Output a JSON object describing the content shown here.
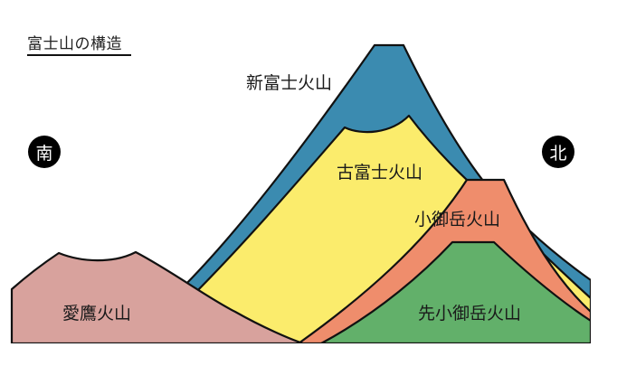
{
  "title": "富士山の構造",
  "compass": {
    "south": "南",
    "north": "北"
  },
  "layers": [
    {
      "id": "shin-fuji",
      "label": "新富士火山",
      "color": "#3b8bb0"
    },
    {
      "id": "ko-fuji",
      "label": "古富士火山",
      "color": "#fbec6c"
    },
    {
      "id": "komitake",
      "label": "小御岳火山",
      "color": "#ef8d6c"
    },
    {
      "id": "sen-komitake",
      "label": "先小御岳火山",
      "color": "#62b06a"
    },
    {
      "id": "ashitaka",
      "label": "愛鷹火山",
      "color": "#d8a29d"
    }
  ],
  "outline_color": "#111111"
}
